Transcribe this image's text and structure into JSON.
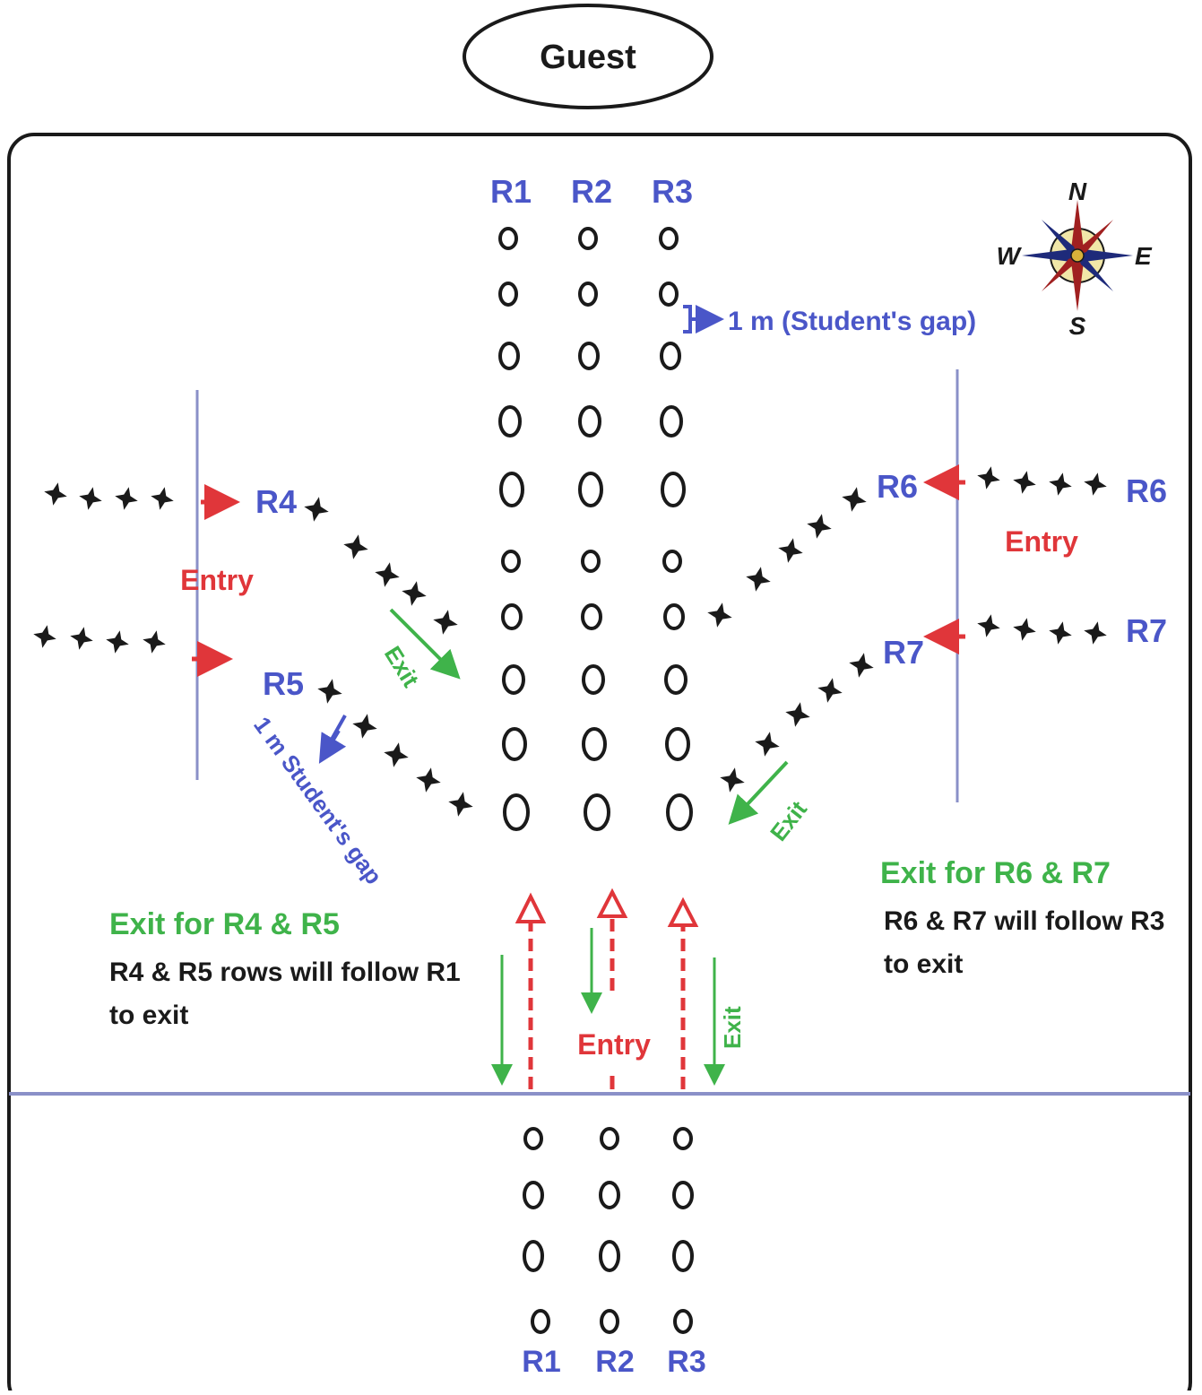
{
  "guest_label": "Guest",
  "column_labels_top": [
    "R1",
    "R2",
    "R3"
  ],
  "column_labels_bottom": [
    "R1",
    "R2",
    "R3"
  ],
  "row_labels": {
    "r4": "R4",
    "r5": "R5",
    "r6_inner": "R6",
    "r6_outer": "R6",
    "r7_inner": "R7",
    "r7_outer": "R7"
  },
  "gap_labels": {
    "top_right": "1 m (Student's gap)",
    "left": "1 m Student's gap"
  },
  "flow_labels": {
    "entry_left": "Entry",
    "entry_right": "Entry",
    "entry_center": "Entry",
    "exit_left": "Exit",
    "exit_right": "Exit",
    "exit_center": "Exit"
  },
  "notes": {
    "left_title": "Exit for R4 & R5",
    "left_line1": "R4 & R5 rows will follow R1",
    "left_line2": "to exit",
    "right_title": "Exit for R6 & R7",
    "right_line1": "R6 & R7 will follow R3",
    "right_line2": "to exit"
  },
  "compass": {
    "n": "N",
    "e": "E",
    "s": "S",
    "w": "W"
  },
  "colors": {
    "blue": "#4a56c8",
    "red": "#e0363a",
    "green": "#3fb34a",
    "black": "#1a1a1a"
  }
}
